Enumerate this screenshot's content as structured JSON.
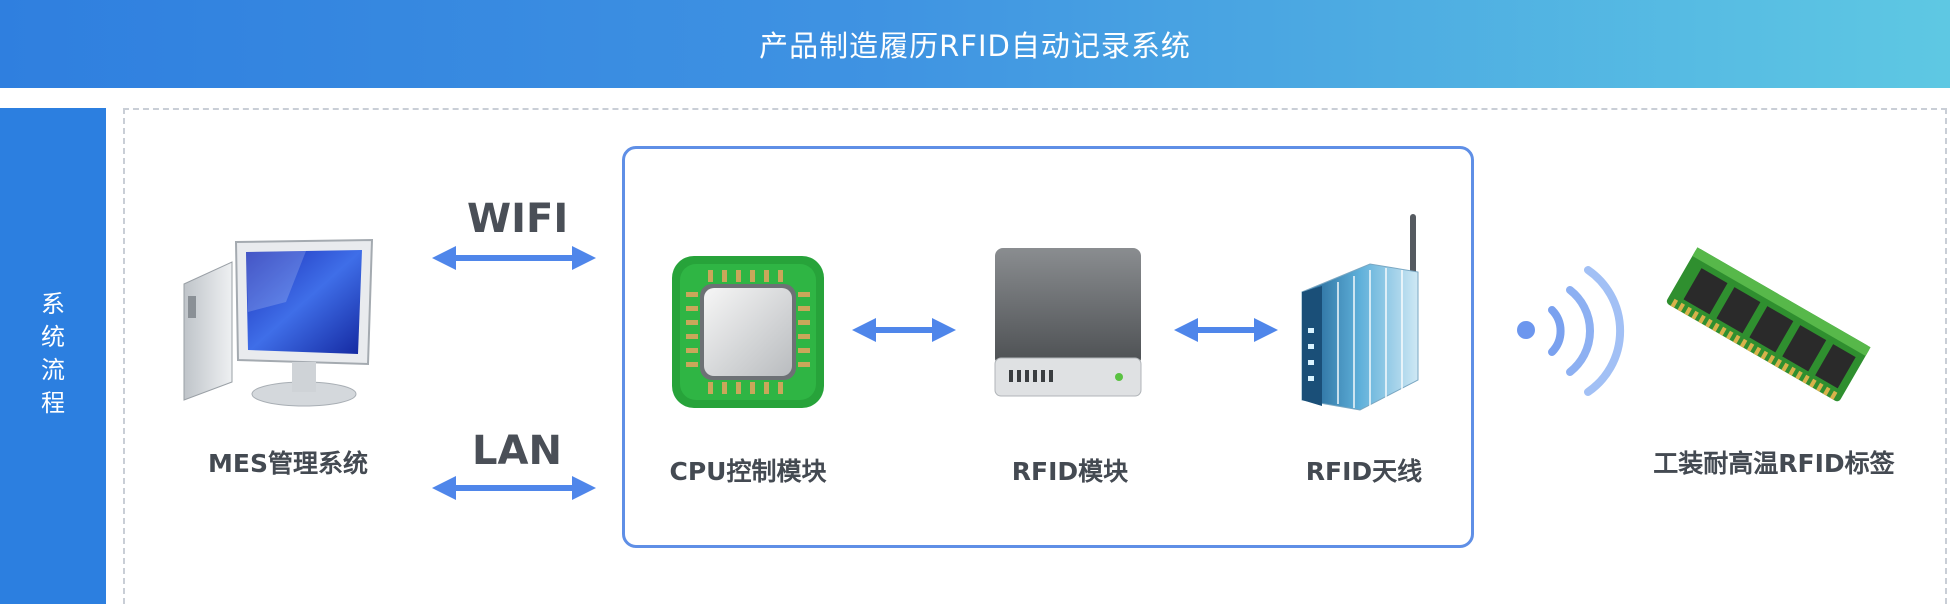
{
  "header": {
    "title": "产品制造履历RFID自动记录系统"
  },
  "sidebar": {
    "label": "系统流程"
  },
  "nodes": {
    "mes": "MES管理系统",
    "cpu": "CPU控制模块",
    "rfid_module": "RFID模块",
    "rfid_antenna": "RFID天线",
    "tag": "工装耐高温RFID标签"
  },
  "links": {
    "wifi": "WIFI",
    "lan": "LAN"
  },
  "colors": {
    "header_start": "#2f7fdf",
    "header_end": "#5ec8e3",
    "accent": "#2c7fe0",
    "arrow": "#4f86ea",
    "box_border": "#5f8fe6",
    "chip_green": "#27a33a"
  },
  "icons": [
    "computer-icon",
    "cpu-chip-icon",
    "server-module-icon",
    "router-antenna-icon",
    "wireless-signal-icon",
    "memory-tag-icon"
  ]
}
